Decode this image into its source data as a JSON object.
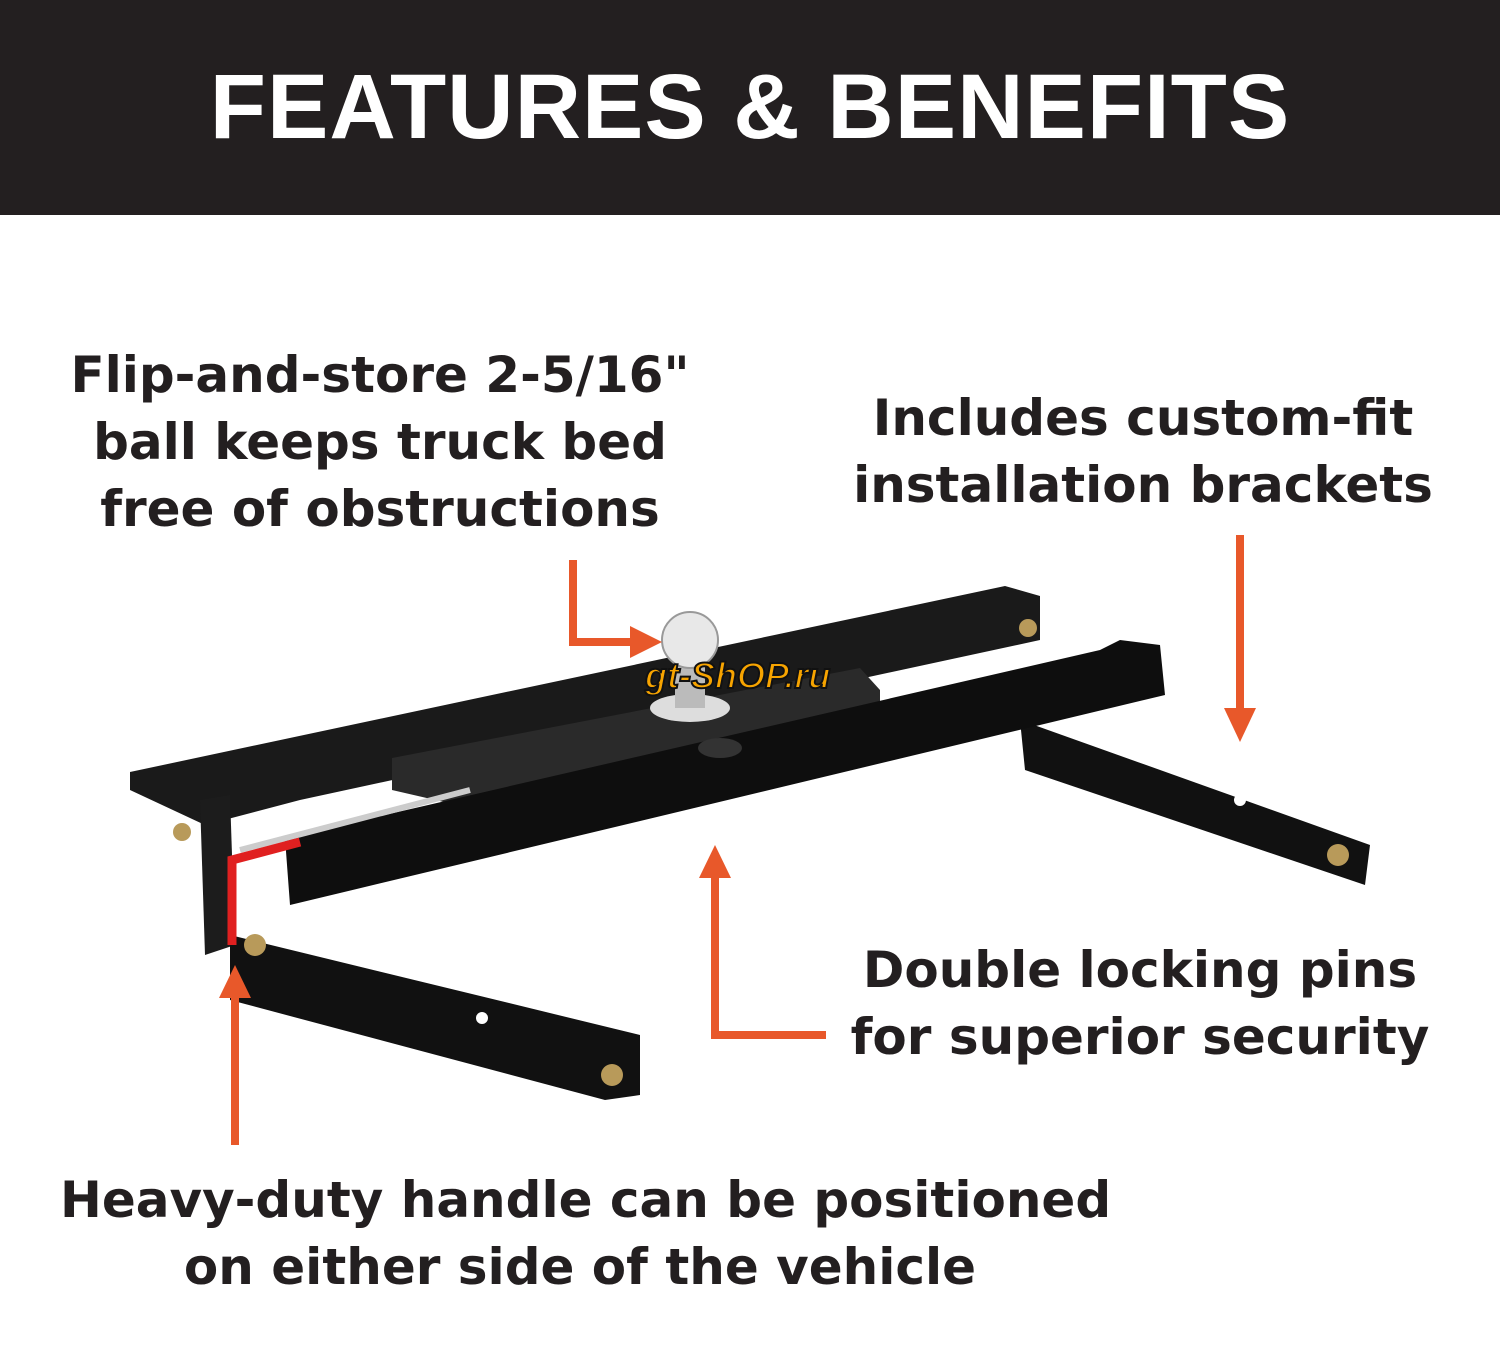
{
  "header": {
    "title": "FEATURES & BENEFITS"
  },
  "callouts": {
    "ball": [
      "Flip-and-store 2-5/16\"",
      "ball keeps truck bed",
      "free of obstructions"
    ],
    "brackets": [
      "Includes custom-fit",
      "installation brackets"
    ],
    "pins": [
      "Double locking pins",
      "for superior security"
    ],
    "handle": [
      "Heavy-duty handle can be positioned",
      "on either side of the vehicle"
    ]
  },
  "watermark": {
    "text": "gt-ShOP.ru"
  },
  "colors": {
    "header_bg": "#231f20",
    "arrow": "#e8582a",
    "hitch": "#141414",
    "handle": "#e02020"
  }
}
